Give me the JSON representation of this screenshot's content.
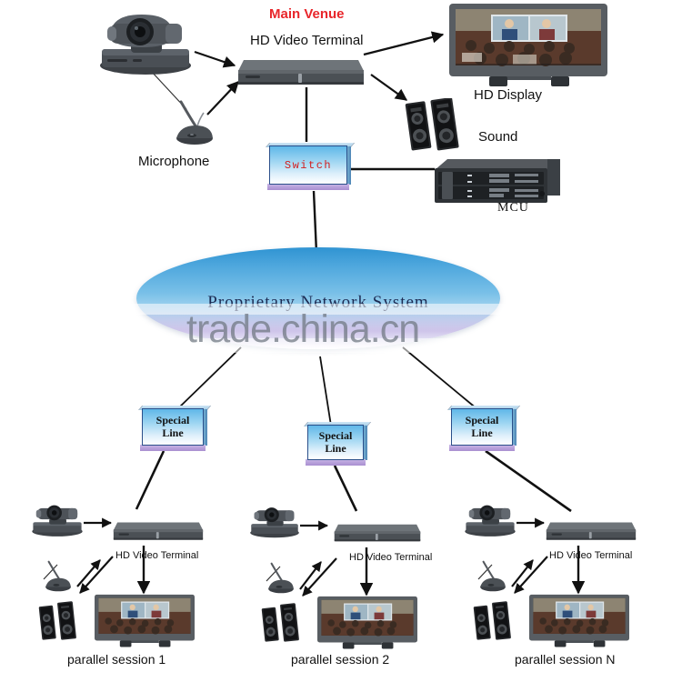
{
  "diagram": {
    "title": "Main Venue",
    "watermark": "trade.china.cn",
    "cloud_label": "Proprietary Network System"
  },
  "main_venue": {
    "camera_label": "",
    "terminal_label": "HD Video Terminal",
    "microphone_label": "Microphone",
    "display_label": "HD Display",
    "sound_label": "Sound",
    "mcu_label": "MCU",
    "switch_label": "Switch"
  },
  "special_lines": [
    {
      "line1": "Special",
      "line2": "Line"
    },
    {
      "line1": "Special",
      "line2": "Line"
    },
    {
      "line1": "Special",
      "line2": "Line"
    }
  ],
  "sessions": [
    {
      "terminal_label": "HD Video Terminal",
      "caption": "parallel session 1"
    },
    {
      "terminal_label": "HD Video Terminal",
      "caption": "parallel session 2"
    },
    {
      "terminal_label": "HD Video Terminal",
      "caption": "parallel session N"
    }
  ],
  "colors": {
    "title_red": "#e8262b",
    "switch_text_red": "#d32020",
    "cloud_blue": "#4ea7dd",
    "box_border": "#2b4f8a",
    "line_black": "#111111",
    "watermark_gray": "#6e7680"
  },
  "icons": {
    "camera": "ptz-camera-icon",
    "terminal": "video-terminal-icon",
    "microphone": "microphone-icon",
    "display": "monitor-icon",
    "speaker": "speaker-icon",
    "mcu": "rack-server-icon",
    "switch": "switch-box-icon",
    "cloud": "network-cloud-icon",
    "special_line": "special-line-box-icon",
    "arrow": "arrow-icon"
  }
}
